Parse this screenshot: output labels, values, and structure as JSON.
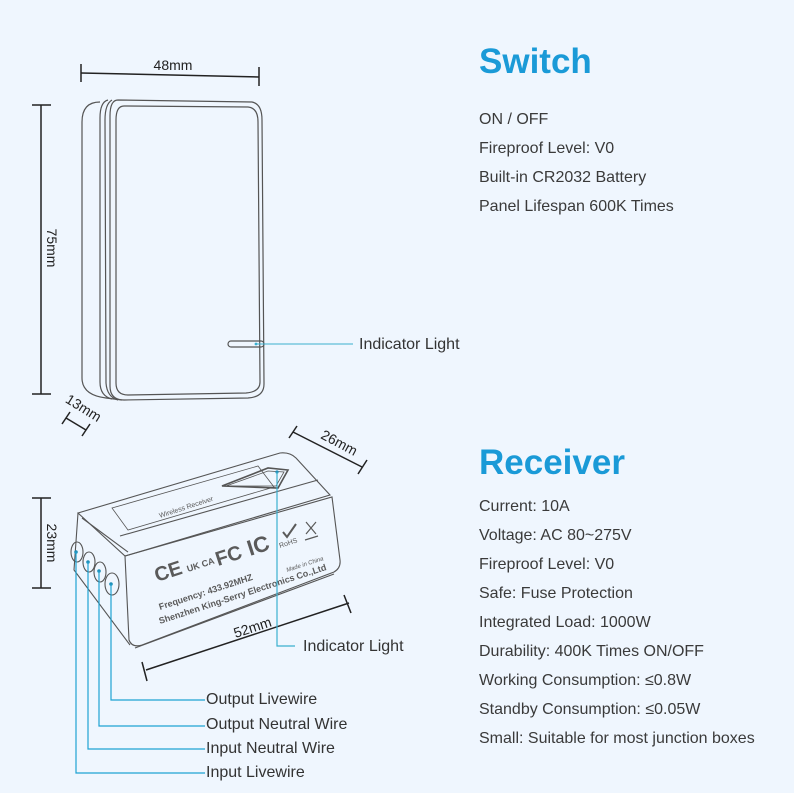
{
  "switch": {
    "title": "Switch",
    "specs": [
      "ON / OFF",
      "Fireproof Level: V0",
      "Built-in CR2032 Battery",
      "Panel Lifespan 600K Times"
    ],
    "dimensions": {
      "width": "48mm",
      "height": "75mm",
      "depth": "13mm"
    },
    "indicator_label": "Indicator Light"
  },
  "receiver": {
    "title": "Receiver",
    "specs": [
      "Current: 10A",
      "Voltage: AC 80~275V",
      "Fireproof Level: V0",
      "Safe: Fuse Protection",
      "Integrated Load: 1000W",
      "Durability: 400K Times ON/OFF",
      "Working Consumption: ≤0.8W",
      "Standby Consumption: ≤0.05W",
      "Small: Suitable for most junction boxes"
    ],
    "dimensions": {
      "depth": "26mm",
      "height": "23mm",
      "length": "52mm"
    },
    "indicator_label": "Indicator Light",
    "wires": [
      "Output Livewire",
      "Output Neutral Wire",
      "Input Neutral Wire",
      "Input Livewire"
    ],
    "device_print": {
      "certifications": [
        "CE",
        "UK CA",
        "FC",
        "IC",
        "RoHS"
      ],
      "frequency": "Frequency: 433.92MHZ",
      "manufacturer": "Shenzhen King-Serry Electronics Co.,Ltd",
      "origin": "Made in China",
      "label_title": "Wireless Receiver"
    }
  },
  "colors": {
    "accent": "#1a9ad7",
    "callout_line": "#3bb0cf",
    "background": "#eff6fe",
    "text": "#3a3a3a"
  }
}
